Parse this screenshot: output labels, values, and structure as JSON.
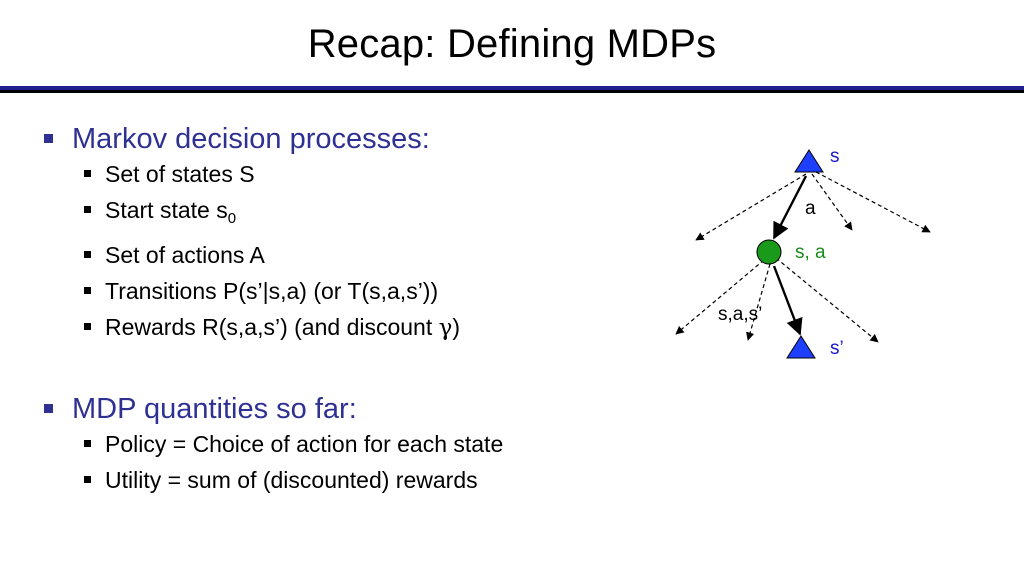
{
  "slide": {
    "title": "Recap: Defining MDPs",
    "sections": [
      {
        "heading": "Markov decision processes:",
        "items": [
          {
            "text": "Set of states S"
          },
          {
            "text": "Start state s",
            "sub": "0"
          },
          {
            "text": "Set of actions A"
          },
          {
            "text": "Transitions P(s’|s,a) (or T(s,a,s’))"
          },
          {
            "text": "Rewards R(s,a,s’) (and discount ",
            "greek": "γ",
            "after": ")"
          }
        ]
      },
      {
        "heading": "MDP quantities so far:",
        "items": [
          {
            "text": "Policy = Choice of action for each state"
          },
          {
            "text": "Utility = sum of (discounted) rewards"
          }
        ]
      }
    ]
  },
  "diagram": {
    "state_label": "s",
    "action_label": "a",
    "qstate_label": "s, a",
    "transition_label": "s,a,s’",
    "next_state_label": "s’",
    "colors": {
      "state_fill": "#1f3fff",
      "qstate_fill": "#1a9a1a",
      "state_text": "#1a1ad0",
      "qstate_text": "#1a8a1a",
      "title_rule": "#1f1f8f",
      "bullet_text": "#2f3192"
    }
  }
}
